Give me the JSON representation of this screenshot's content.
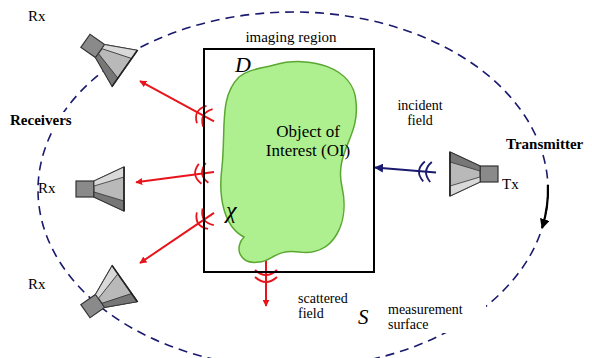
{
  "diagram": {
    "nodes": [
      {
        "text": [
          "imaging region",
          "D"
        ]
      },
      {
        "text": [
          "Object of Interest (OI)",
          "χ"
        ],
        "in": 0
      },
      {
        "text": [
          "Rx"
        ]
      },
      {
        "text": [
          "Rx"
        ]
      },
      {
        "text": [
          "Rx"
        ]
      },
      {
        "text": [
          "Tx"
        ]
      }
    ],
    "edges": [
      {
        "from": 5,
        "to": 0,
        "arrow": "to",
        "label": "incident field"
      },
      {
        "from": 1,
        "to": 2,
        "arrow": "to"
      },
      {
        "from": 1,
        "to": 3,
        "arrow": "to"
      },
      {
        "from": 1,
        "to": 4,
        "arrow": "to"
      }
    ],
    "labels": [
      "Receivers",
      "Transmitter",
      "scattered field",
      "S",
      "measurement surface"
    ]
  }
}
